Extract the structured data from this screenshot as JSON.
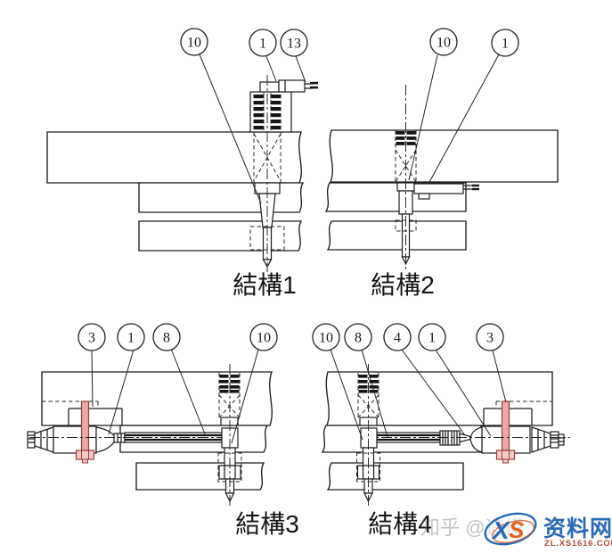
{
  "figure": {
    "labels": {
      "s1": "結構1",
      "s2": "結構2",
      "s3": "結構3",
      "s4": "結構4"
    },
    "callouts": {
      "s1": [
        {
          "n": "10"
        },
        {
          "n": "1"
        },
        {
          "n": "13"
        }
      ],
      "s2": [
        {
          "n": "10"
        },
        {
          "n": "1"
        }
      ],
      "s3": [
        {
          "n": "3"
        },
        {
          "n": "1"
        },
        {
          "n": "8"
        },
        {
          "n": "10"
        }
      ],
      "s4": [
        {
          "n": "10"
        },
        {
          "n": "8"
        },
        {
          "n": "4"
        },
        {
          "n": "1"
        },
        {
          "n": "3"
        }
      ]
    }
  },
  "watermark": {
    "zhihu": "知乎 @造模",
    "site_name": "资料网",
    "site_url": "ZL.XS1616.COM",
    "monogram_x": "X",
    "monogram_s": "S"
  },
  "colors": {
    "line": "#1d1d1d",
    "bolt_fill": "#eaa9a9",
    "bolt_head_fill": "#f3ccc9",
    "bolt_stroke": "#9c3d3d",
    "logo_blue": "#2a6ab8",
    "logo_orange": "#e0641e",
    "logo_url_red": "#b5473a"
  }
}
